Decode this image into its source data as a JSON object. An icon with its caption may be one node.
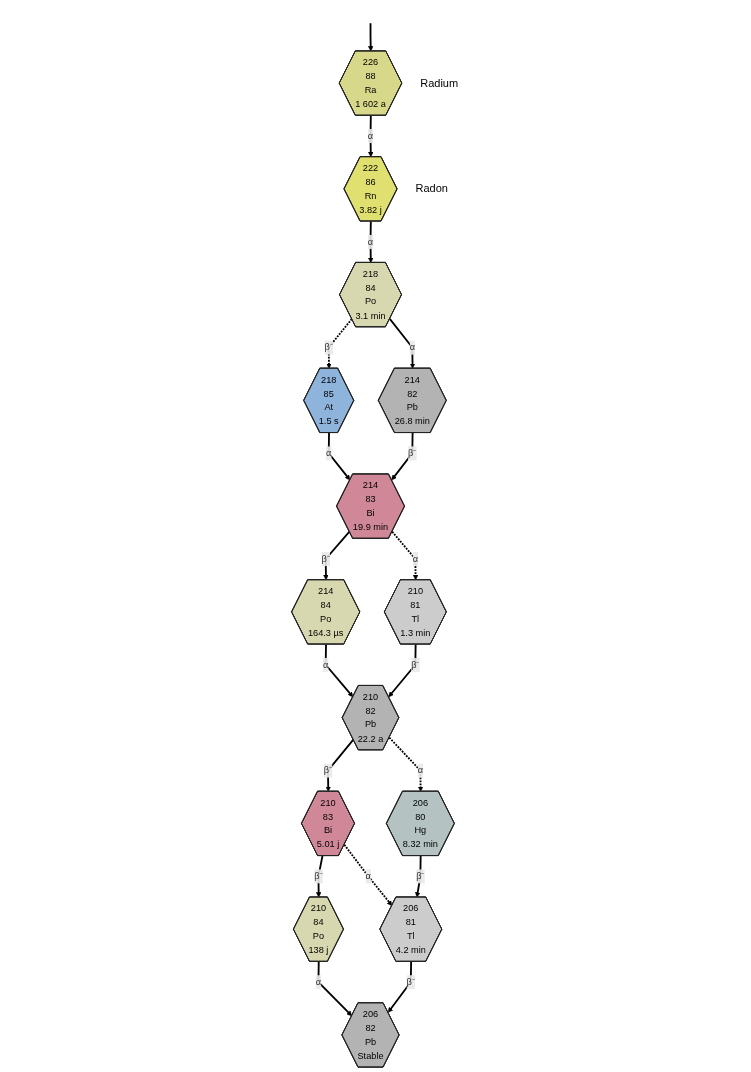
{
  "diagram": {
    "nodes": [
      {
        "text": [
          "226",
          "88",
          "Ra",
          "1 602 a"
        ],
        "beside": [
          "Radium"
        ]
      },
      {
        "text": [
          "222",
          "86",
          "Rn",
          "3.82 j"
        ],
        "beside": [
          "Radon"
        ]
      },
      {
        "text": [
          "218",
          "85",
          "At",
          "1.5 s"
        ]
      },
      {
        "text": [
          "218",
          "84",
          "Po",
          "3.1 min"
        ]
      },
      {
        "text": [
          "214",
          "84",
          "Po",
          "164.3 µs"
        ]
      },
      {
        "text": [
          "210",
          "84",
          "Po",
          "138 j"
        ]
      },
      {
        "text": [
          "214",
          "83",
          "Bi",
          "19.9 min"
        ]
      },
      {
        "text": [
          "210",
          "83",
          "Bi",
          "5.01 j"
        ]
      },
      {
        "text": [
          "214",
          "82",
          "Pb",
          "26.8 min"
        ]
      },
      {
        "text": [
          "210",
          "82",
          "Pb",
          "22.2 a"
        ]
      },
      {
        "text": [
          "206",
          "82",
          "Pb",
          "Stable"
        ]
      },
      {
        "text": [
          "210",
          "81",
          "Tl",
          "1.3 min"
        ]
      },
      {
        "text": [
          "206",
          "81",
          "Tl",
          "4.2 min"
        ]
      },
      {
        "text": [
          "206",
          "80",
          "Hg",
          "8.32 min"
        ]
      }
    ],
    "edges": [
      {
        "from": null,
        "to": 0,
        "arrow": "to"
      },
      {
        "from": 0,
        "to": 1,
        "arrow": "to",
        "label": "α"
      },
      {
        "from": 1,
        "to": 3,
        "arrow": "to",
        "label": "α"
      },
      {
        "from": 3,
        "to": 2,
        "arrow": "to",
        "label": "β⁻",
        "style": "dashed"
      },
      {
        "from": 2,
        "to": 6,
        "arrow": "to",
        "label": "α"
      },
      {
        "from": 3,
        "to": 8,
        "arrow": "to",
        "label": "α"
      },
      {
        "from": 8,
        "to": 6,
        "arrow": "to",
        "label": "β⁻"
      },
      {
        "from": 6,
        "to": 4,
        "arrow": "to",
        "label": "β⁻"
      },
      {
        "from": 6,
        "to": 11,
        "arrow": "to",
        "label": "α",
        "style": "dashed"
      },
      {
        "from": 4,
        "to": 9,
        "arrow": "to",
        "label": "α"
      },
      {
        "from": 11,
        "to": 9,
        "arrow": "to",
        "label": "β⁻"
      },
      {
        "from": 9,
        "to": 7,
        "arrow": "to",
        "label": "β⁻"
      },
      {
        "from": 9,
        "to": 13,
        "arrow": "to",
        "label": "α",
        "style": "dashed"
      },
      {
        "from": 7,
        "to": 5,
        "arrow": "to",
        "label": "β⁻"
      },
      {
        "from": 7,
        "to": 12,
        "arrow": "to",
        "label": "α",
        "style": "dashed"
      },
      {
        "from": 13,
        "to": 12,
        "arrow": "to",
        "label": "β⁻"
      },
      {
        "from": 5,
        "to": 10,
        "arrow": "to",
        "label": "α"
      },
      {
        "from": 12,
        "to": 10,
        "arrow": "to",
        "label": "β⁻"
      }
    ]
  }
}
